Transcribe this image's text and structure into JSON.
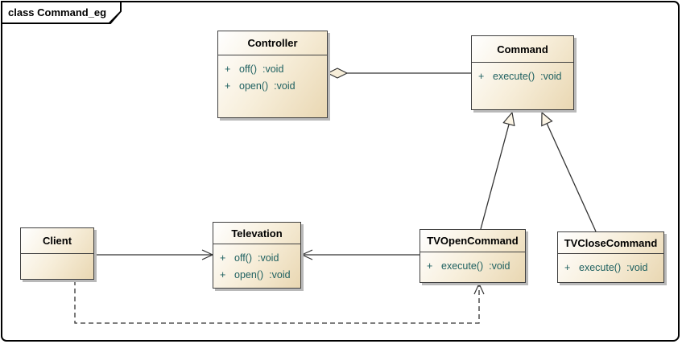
{
  "diagram": {
    "tab_label": "class Command_eg",
    "classes": [
      {
        "name": "Controller",
        "methods": [
          {
            "vis": "+",
            "name": "off()",
            "type": ":void"
          },
          {
            "vis": "+",
            "name": "open()",
            "type": ":void"
          }
        ]
      },
      {
        "name": "Command",
        "methods": [
          {
            "vis": "+",
            "name": "execute()",
            "type": ":void"
          }
        ]
      },
      {
        "name": "Client",
        "methods": []
      },
      {
        "name": "Televation",
        "methods": [
          {
            "vis": "+",
            "name": "off()",
            "type": ":void"
          },
          {
            "vis": "+",
            "name": "open()",
            "type": ":void"
          }
        ]
      },
      {
        "name": "TVOpenCommand",
        "methods": [
          {
            "vis": "+",
            "name": "execute()",
            "type": ":void"
          }
        ]
      },
      {
        "name": "TVCloseCommand",
        "methods": [
          {
            "vis": "+",
            "name": "execute()",
            "type": ":void"
          }
        ]
      }
    ],
    "relationships": [
      {
        "type": "aggregation",
        "from": "Command",
        "to": "Controller"
      },
      {
        "type": "generalization",
        "from": "TVOpenCommand",
        "to": "Command"
      },
      {
        "type": "generalization",
        "from": "TVCloseCommand",
        "to": "Command"
      },
      {
        "type": "association",
        "from": "Client",
        "to": "Televation"
      },
      {
        "type": "association",
        "from": "TVOpenCommand",
        "to": "Televation"
      },
      {
        "type": "dependency",
        "from": "Client",
        "to": "TVOpenCommand"
      }
    ],
    "colors": {
      "method_text": "#1e6060",
      "box_fill_start": "#ffffff",
      "box_fill_end": "#e9d7b2",
      "box_border": "#3f3f3f",
      "connector": "#333333",
      "shadow": "#b9b9b9"
    }
  }
}
